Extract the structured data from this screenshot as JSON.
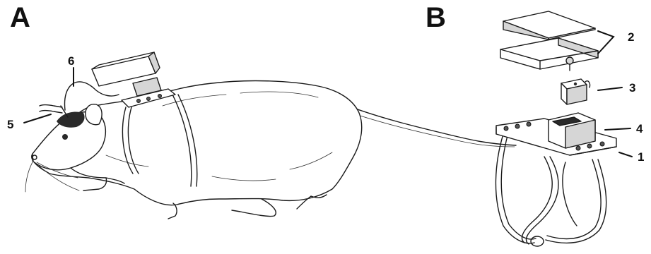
{
  "panels": [
    {
      "letter": "A",
      "callouts": [
        "5",
        "6"
      ]
    },
    {
      "letter": "B",
      "callouts": [
        "2",
        "3",
        "4",
        "1"
      ]
    }
  ]
}
